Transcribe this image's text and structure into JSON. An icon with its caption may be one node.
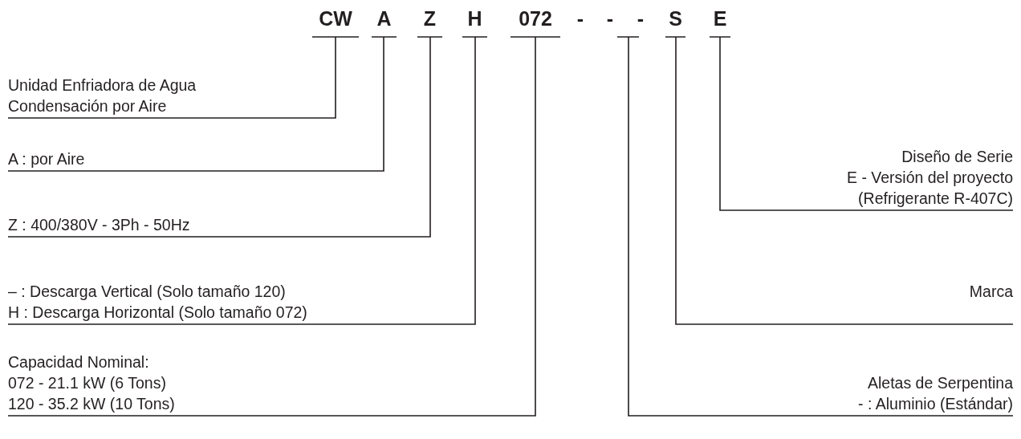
{
  "diagram": {
    "nodes": [
      {
        "text": [
          "CW"
        ]
      },
      {
        "text": [
          "A"
        ]
      },
      {
        "text": [
          "Z"
        ]
      },
      {
        "text": [
          "H"
        ]
      },
      {
        "text": [
          "072"
        ]
      },
      {
        "text": [
          "-"
        ]
      },
      {
        "text": [
          "-"
        ]
      },
      {
        "text": [
          "-"
        ]
      },
      {
        "text": [
          "S"
        ]
      },
      {
        "text": [
          "E"
        ]
      },
      {
        "text": [
          "Unidad Enfriadora de Agua Condensación por Aire"
        ]
      },
      {
        "text": [
          "A : por Aire"
        ]
      },
      {
        "text": [
          "Z : 400/380V - 3Ph - 50Hz"
        ]
      },
      {
        "text": [
          "– : Descarga Vertical (Solo tamaño 120)",
          "H : Descarga Horizontal (Solo tamaño 072)"
        ]
      },
      {
        "text": [
          "Capacidad Nominal:",
          "072 - 21.1 kW (6 Tons)",
          "120 - 35.2 kW (10 Tons)"
        ]
      },
      {
        "text": [
          "Diseño de Serie",
          "E - Versión del proyecto",
          "(Refrigerante R-407C)"
        ]
      },
      {
        "text": [
          "Marca"
        ]
      },
      {
        "text": [
          "Aletas de Serpentina",
          "- : Aluminio (Estándar)"
        ]
      }
    ],
    "edges": [
      {
        "from": 0,
        "to": 10,
        "arrow": "none"
      },
      {
        "from": 1,
        "to": 11,
        "arrow": "none"
      },
      {
        "from": 2,
        "to": 12,
        "arrow": "none"
      },
      {
        "from": 3,
        "to": 13,
        "arrow": "none"
      },
      {
        "from": 4,
        "to": 14,
        "arrow": "none"
      },
      {
        "from": 9,
        "to": 15,
        "arrow": "none"
      },
      {
        "from": 8,
        "to": 16,
        "arrow": "none"
      },
      {
        "from": 7,
        "to": 17,
        "arrow": "none"
      }
    ]
  }
}
